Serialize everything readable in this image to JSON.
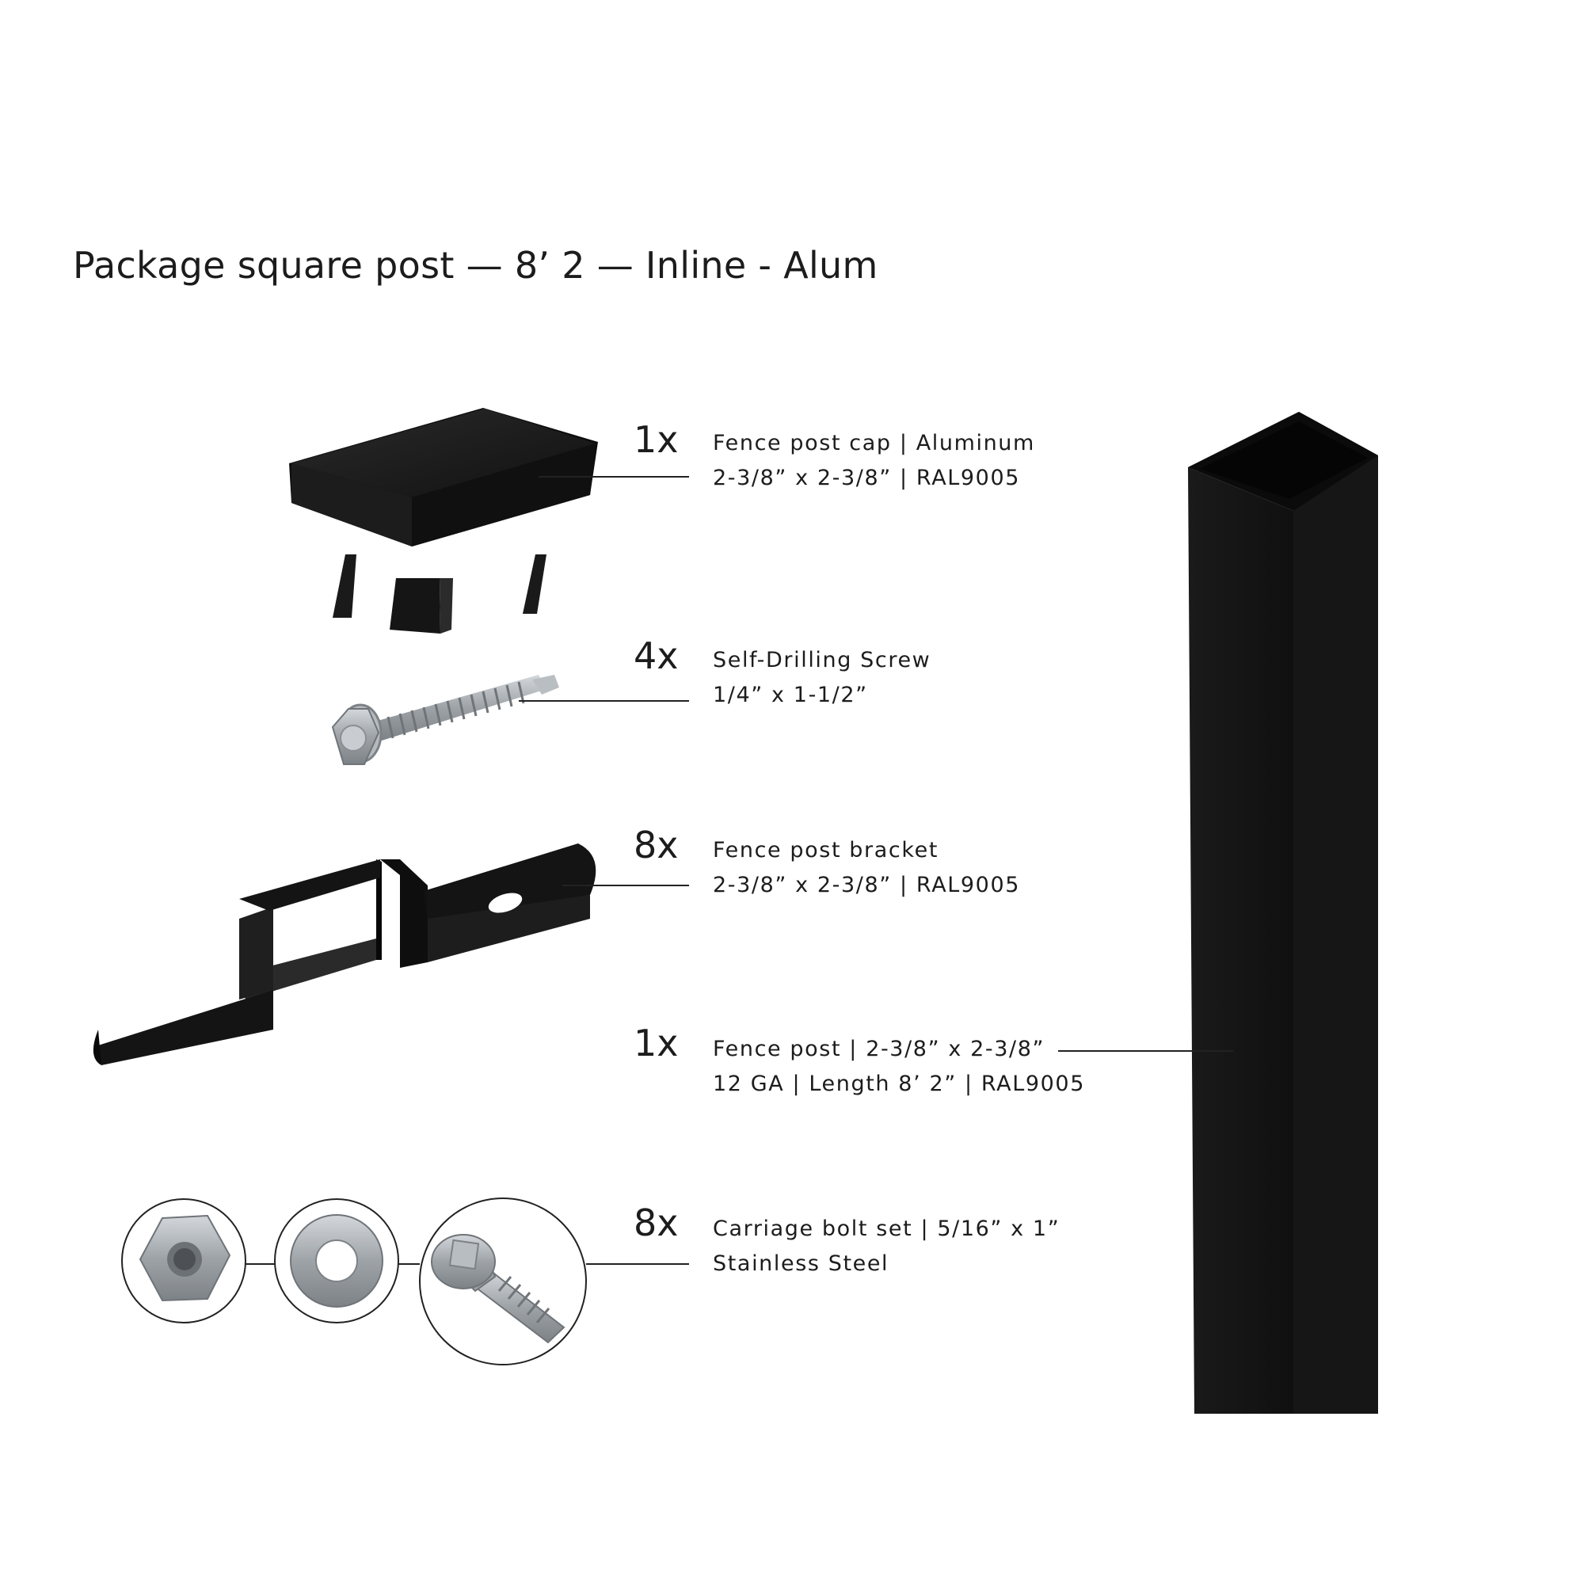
{
  "title": "Package square post — 8’ 2 — Inline - Alum",
  "colors": {
    "product_black": "#141414",
    "steel": "#a9aeb3",
    "leader": "#222222"
  },
  "items": [
    {
      "qty": "1x",
      "line1": "Fence post cap | Aluminum",
      "line2": "2-3/8” x 2-3/8” | RAL9005",
      "icon": "post-cap-icon"
    },
    {
      "qty": "4x",
      "line1": "Self-Drilling Screw",
      "line2": "1/4” x 1-1/2”",
      "icon": "screw-icon"
    },
    {
      "qty": "8x",
      "line1": "Fence post bracket",
      "line2": "2-3/8” x 2-3/8” | RAL9005",
      "icon": "bracket-icon"
    },
    {
      "qty": "1x",
      "line1": "Fence post | 2-3/8” x 2-3/8”",
      "line2": "12 GA | Length 8’ 2” | RAL9005",
      "icon": "fence-post-icon"
    },
    {
      "qty": "8x",
      "line1": "Carriage bolt set | 5/16” x 1”",
      "line2": "Stainless Steel",
      "icon": "carriage-bolt-set-icon"
    }
  ]
}
